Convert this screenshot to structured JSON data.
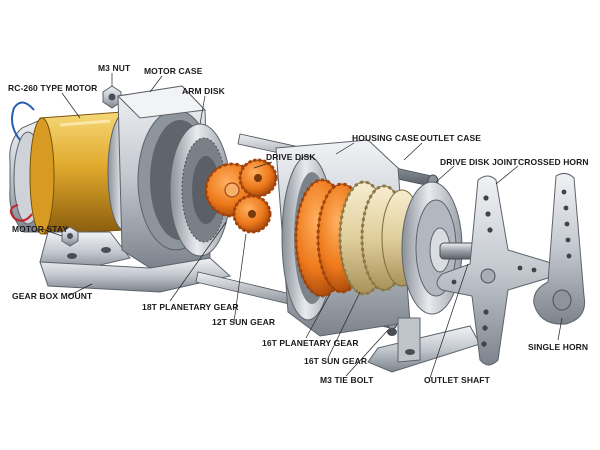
{
  "labels": {
    "rc260_motor": "RC-260 TYPE MOTOR",
    "m3_nut": "M3 NUT",
    "motor_case": "MOTOR CASE",
    "arm_disk": "ARM DISK",
    "drive_disk": "DRIVE DISK",
    "housing_case": "HOUSING CASE",
    "outlet_case": "OUTLET CASE",
    "drive_disk_joint": "DRIVE DISK JOINT",
    "crossed_horn": "CROSSED HORN",
    "motor_stay": "MOTOR STAY",
    "gear_box_mount": "GEAR BOX MOUNT",
    "planetary_18t": "18T PLANETARY GEAR",
    "sun_12t": "12T SUN GEAR",
    "planetary_16t": "16T PLANETARY GEAR",
    "sun_16t": "16T SUN GEAR",
    "single_horn": "SINGLE HORN",
    "m3_tie_bolt": "M3 TIE BOLT",
    "outlet_shaft": "OUTLET SHAFT"
  },
  "colors": {
    "metal_light": "#e4e6ea",
    "metal_mid": "#b7bcc4",
    "metal_dark": "#6f757e",
    "gold": "#e0a92c",
    "gold_dark": "#9a6a12",
    "orange": "#ee7a1c",
    "orange_dark": "#a4440a",
    "cream": "#e9dcb4",
    "leader": "#222222"
  }
}
